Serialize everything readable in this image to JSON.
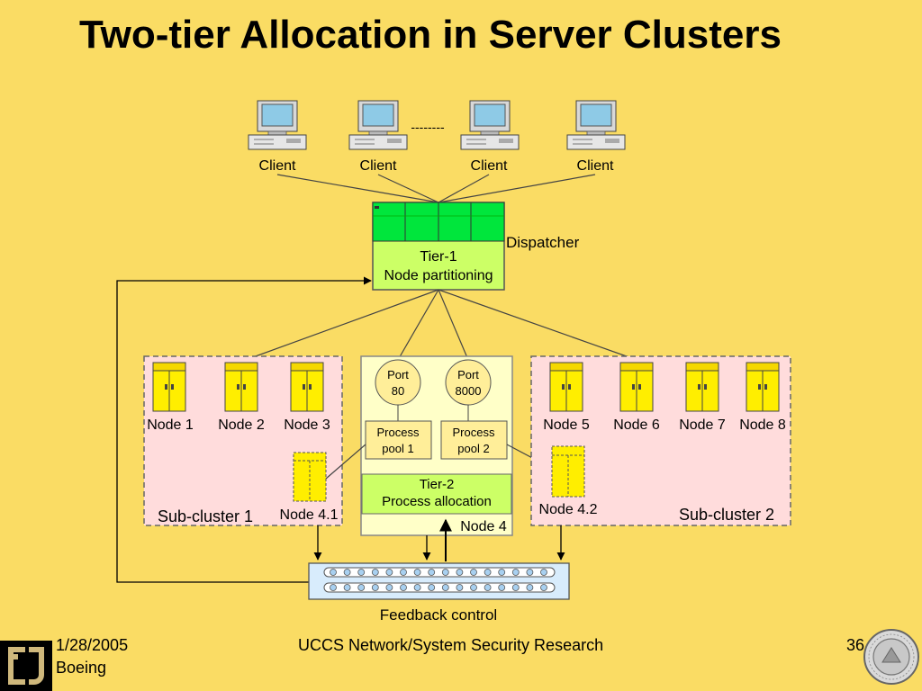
{
  "slide": {
    "title": "Two-tier Allocation in Server Clusters"
  },
  "clients": {
    "labels": [
      "Client",
      "Client",
      "Client",
      "Client"
    ],
    "ellipsis": "--------"
  },
  "dispatcher": {
    "label": "Dispatcher",
    "tier_line1": "Tier-1",
    "tier_line2": "Node partitioning",
    "slot_color": "#00E63C"
  },
  "subcluster1": {
    "label": "Sub-cluster 1",
    "nodes": [
      "Node 1",
      "Node 2",
      "Node 3"
    ],
    "extra_node": "Node 4.1"
  },
  "node4": {
    "label": "Node 4",
    "ports": [
      {
        "line1": "Port",
        "line2": "80"
      },
      {
        "line1": "Port",
        "line2": "8000"
      }
    ],
    "pools": [
      {
        "line1": "Process",
        "line2": "pool 1"
      },
      {
        "line1": "Process",
        "line2": "pool 2"
      }
    ],
    "tier_line1": "Tier-2",
    "tier_line2": "Process allocation"
  },
  "subcluster2": {
    "label": "Sub-cluster 2",
    "nodes": [
      "Node 5",
      "Node 6",
      "Node 7",
      "Node 8"
    ],
    "extra_node": "Node 4.2"
  },
  "feedback": {
    "label": "Feedback control"
  },
  "footer": {
    "date": "1/28/2005",
    "org": "Boeing",
    "center": "UCCS Network/System Security Research",
    "page": "36"
  },
  "colors": {
    "background": "#FADC64",
    "tier_box": "#CCFF66",
    "cluster_fill": "#FFDCDC",
    "node4_fill": "#FFFFC8",
    "server_fill": "#FFEE00",
    "feedback_fill": "#D8ECFC"
  },
  "logos": {
    "left": "cu-logo",
    "right": "university-of-colorado-seal"
  }
}
